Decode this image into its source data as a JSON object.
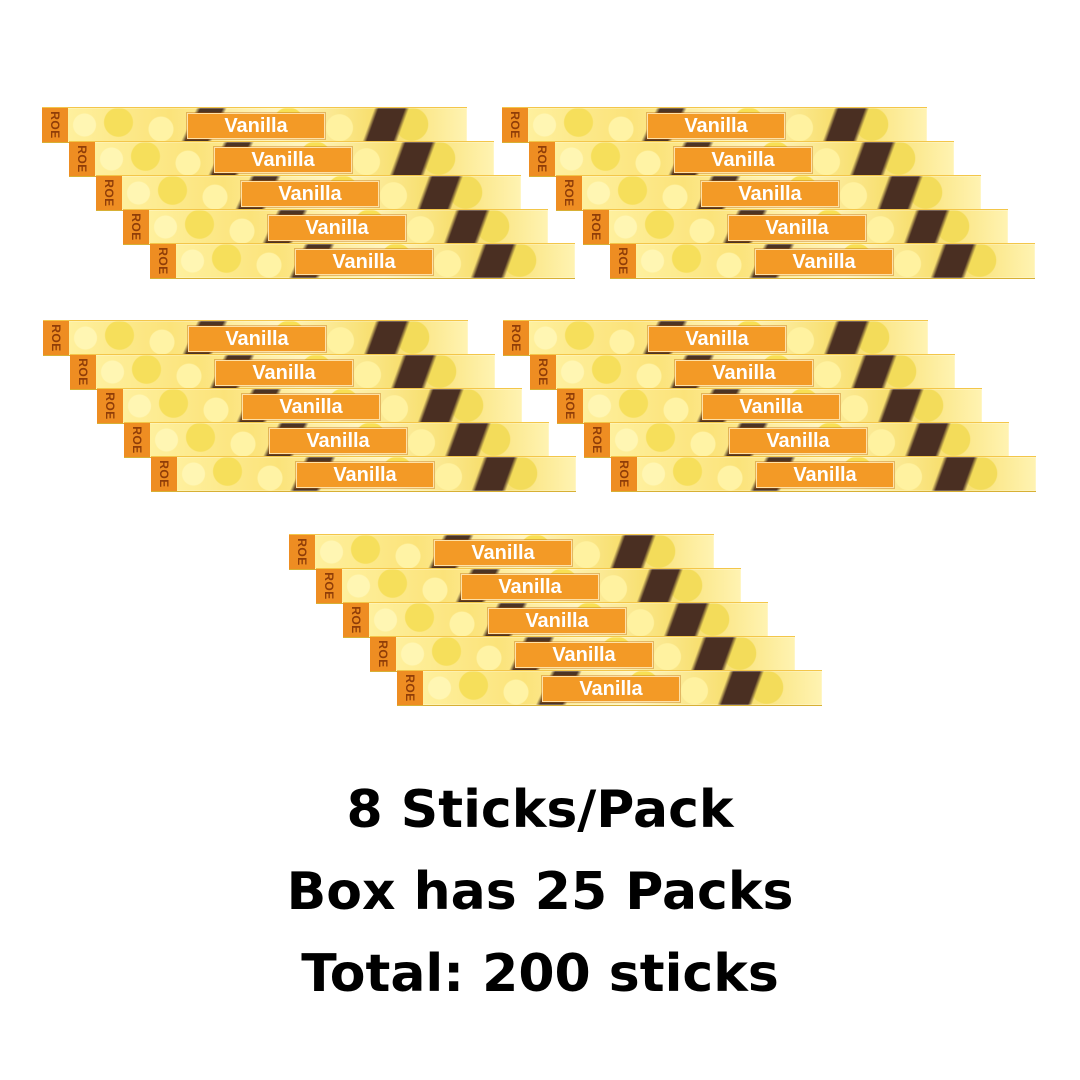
{
  "product": {
    "label": "Vanilla",
    "side_text": "ROE"
  },
  "info": {
    "line1": "8 Sticks/Pack",
    "line2": "Box has 25 Packs",
    "line3": "Total: 200 sticks"
  },
  "colors": {
    "label_orange": "#f39a26",
    "pack_yellow": "#fbe37a",
    "vanilla_bean": "#4a2f22",
    "text": "#000000"
  }
}
